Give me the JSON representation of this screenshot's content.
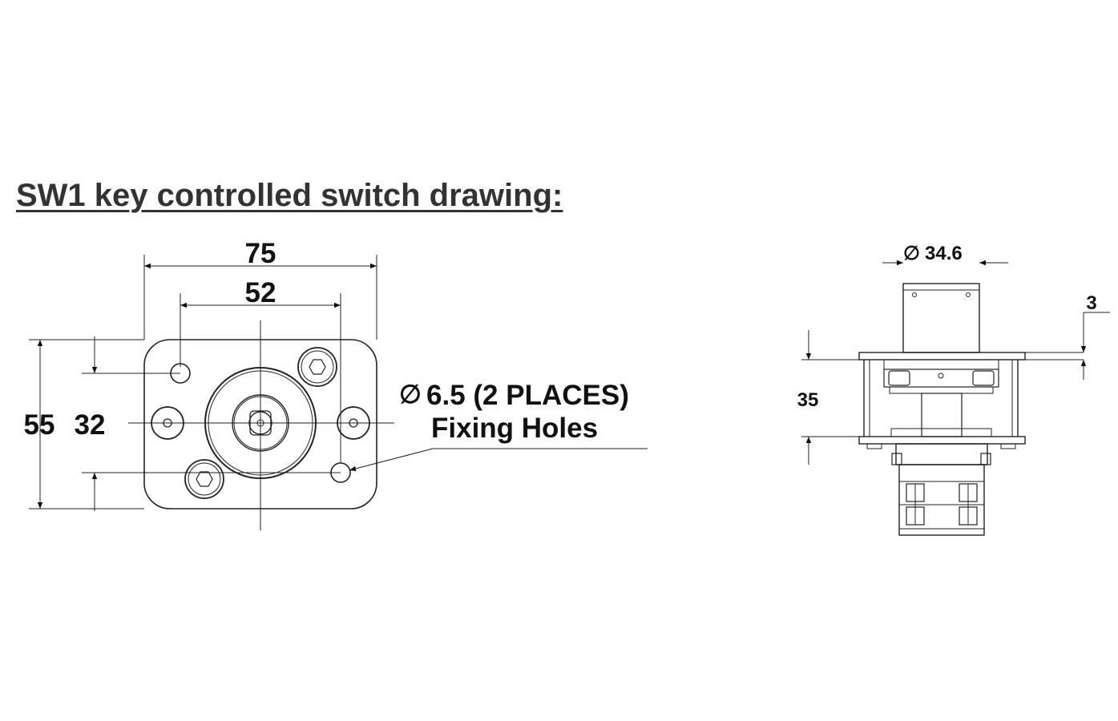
{
  "title": "SW1 key controlled switch drawing:",
  "front_view": {
    "width_outer": "75",
    "width_holes": "52",
    "height_outer": "55",
    "height_holes": "32",
    "diameter_symbol": "∅",
    "hole_diameter_note": "6.5 (2 PLACES)",
    "hole_label": "Fixing Holes"
  },
  "side_view": {
    "diameter_symbol": "∅",
    "body_diameter": "34.6",
    "plate_thickness": "3",
    "body_height": "35"
  }
}
